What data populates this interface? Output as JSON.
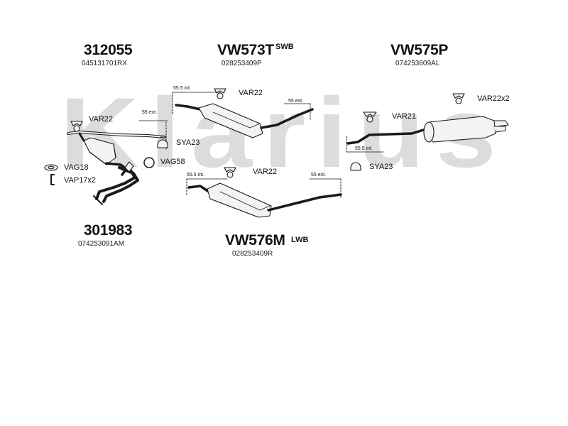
{
  "watermark": "Klarius",
  "parts": {
    "p312055": {
      "code": "312055",
      "ref": "045131701RX"
    },
    "p573": {
      "code": "VW573T",
      "variant": "SWB",
      "ref": "028253409P"
    },
    "p575": {
      "code": "VW575P",
      "ref": "074253609AL"
    },
    "p301983": {
      "code": "301983",
      "ref": "074253091AM"
    },
    "p576": {
      "code": "VW576M",
      "variant": "LWB",
      "ref": "028253409R"
    }
  },
  "fittings": {
    "var22_a": "VAR22",
    "var22_b": "VAR22",
    "var22_c": "VAR22",
    "var22x2": "VAR22x2",
    "var21": "VAR21",
    "sya23_a": "SYA23",
    "sya23_b": "SYA23",
    "vag58": "VAG58",
    "vag18": "VAG18",
    "vap17x2": "VAP17x2"
  },
  "dims": {
    "ext_front": "55 ext.",
    "int_573": "55.5 int.",
    "ext_573": "55 ext.",
    "int_575": "55.5 int.",
    "int_576": "55.5 int.",
    "ext_576": "55 ext."
  },
  "colors": {
    "watermark": "#dcdcdc",
    "line": "#1a1a1a",
    "fill": "#f2f2f2"
  }
}
